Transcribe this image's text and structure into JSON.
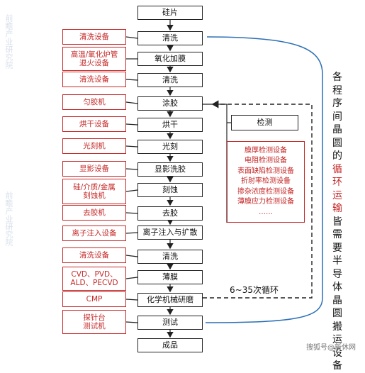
{
  "steps": [
    "硅片",
    "清洗",
    "氧化加膜",
    "清洗",
    "涂胶",
    "烘干",
    "光刻",
    "显影洗胶",
    "刻蚀",
    "去胶",
    "离子注入与扩散",
    "清洗",
    "薄膜",
    "化学机械研磨",
    "测试",
    "成品"
  ],
  "equipment": [
    "清洗设备",
    "高温/氧化炉管\n退火设备",
    "清洗设备",
    "匀胶机",
    "烘干设备",
    "光刻机",
    "显影设备",
    "硅/介质/金属\n刻蚀机",
    "去胶机",
    "离子注入设备",
    "清洗设备",
    "CVD、PVD、\nALD、PECVD",
    "CMP",
    "探针台\n测试机"
  ],
  "inspection": {
    "title": "检测",
    "items": [
      "膜厚检测设备",
      "电阻检测设备",
      "表面缺陷检测设备",
      "折射率检测设备",
      "掺杂浓度检测设备",
      "薄膜应力检测设备",
      "……"
    ]
  },
  "loop_label": "6~35次循环",
  "side_note": {
    "pre": "各程序间晶圆的",
    "highlight": "循环运输",
    "post": "皆需要半导体晶圆搬运设备"
  },
  "footer": "搜狐号@新休网",
  "watermark": "前瞻产业研究院",
  "colors": {
    "accent_red": "#c62828",
    "blue_line": "#2a6fb5"
  }
}
